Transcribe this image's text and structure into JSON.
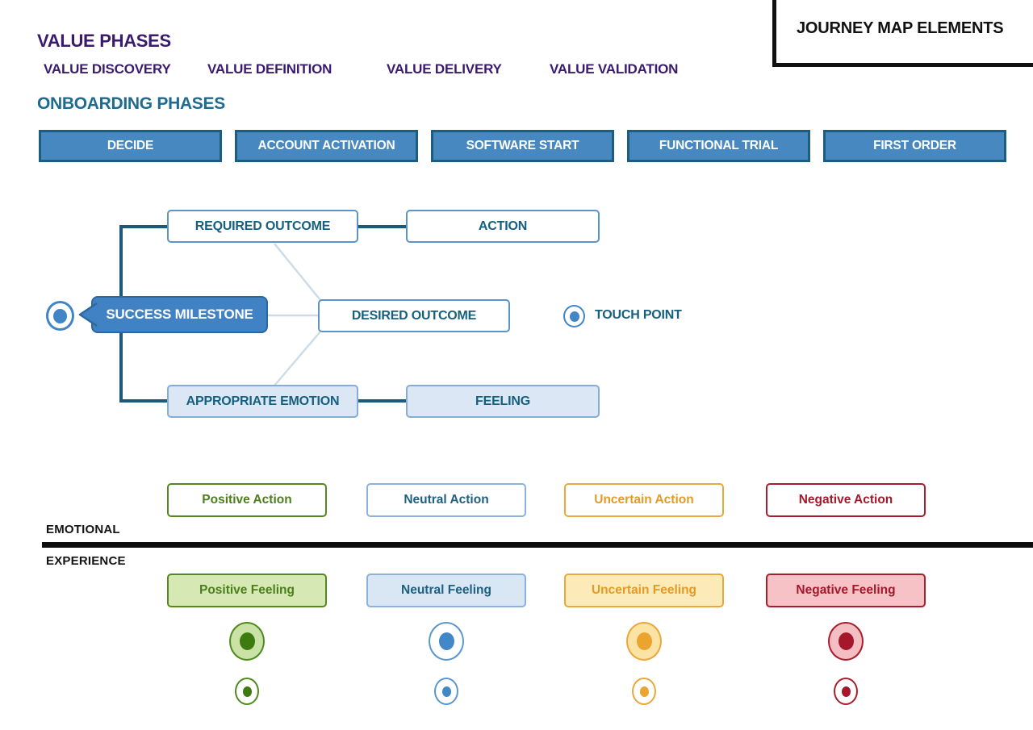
{
  "palette": {
    "purple": "#3a1a6e",
    "teal_heading": "#1e6a90",
    "phase_chip_fill": "#4788c0",
    "phase_chip_border": "#1d5d7e",
    "dark_teal_text": "#16607f",
    "milestone_fill": "#4182c4",
    "milestone_border": "#2b689f",
    "light_blue_fill": "#dbe7f4",
    "connector_dark": "#1c5a7c",
    "connector_light": "#ccdce9",
    "touch_point_blue": "#4285c6",
    "positive_green": "#54891e",
    "neutral_blue": "#4287c7",
    "uncertain_orange": "#e9a637",
    "negative_red": "#a81e2d",
    "frame_black": "#111111"
  },
  "value_phases": {
    "title": "VALUE PHASES",
    "items": [
      "VALUE DISCOVERY",
      "VALUE DEFINITION",
      "VALUE DELIVERY",
      "VALUE VALIDATION"
    ]
  },
  "legend": {
    "title": "JOURNEY MAP ELEMENTS"
  },
  "onboarding": {
    "title": "ONBOARDING PHASES",
    "phases": [
      "DECIDE",
      "ACCOUNT ACTIVATION",
      "SOFTWARE START",
      "FUNCTIONAL TRIAL",
      "FIRST ORDER"
    ]
  },
  "flow": {
    "success_milestone": "SUCCESS MILESTONE",
    "required_outcome": "REQUIRED OUTCOME",
    "action": "ACTION",
    "desired_outcome": "DESIRED OUTCOME",
    "touch_point": "TOUCH POINT",
    "appropriate_emotion": "APPROPRIATE EMOTION",
    "feeling": "FEELING"
  },
  "emotional_experience": {
    "label_top": "EMOTIONAL",
    "label_bottom": "EXPERIENCE",
    "columns": [
      {
        "tone": "positive",
        "action": "Positive Action",
        "feeling": "Positive Feeling"
      },
      {
        "tone": "neutral",
        "action": "Neutral Action",
        "feeling": "Neutral Feeling"
      },
      {
        "tone": "uncertain",
        "action": "Uncertain Action",
        "feeling": "Uncertain Feeling"
      },
      {
        "tone": "negative",
        "action": "Negative Action",
        "feeling": "Negative Feeling"
      }
    ]
  }
}
